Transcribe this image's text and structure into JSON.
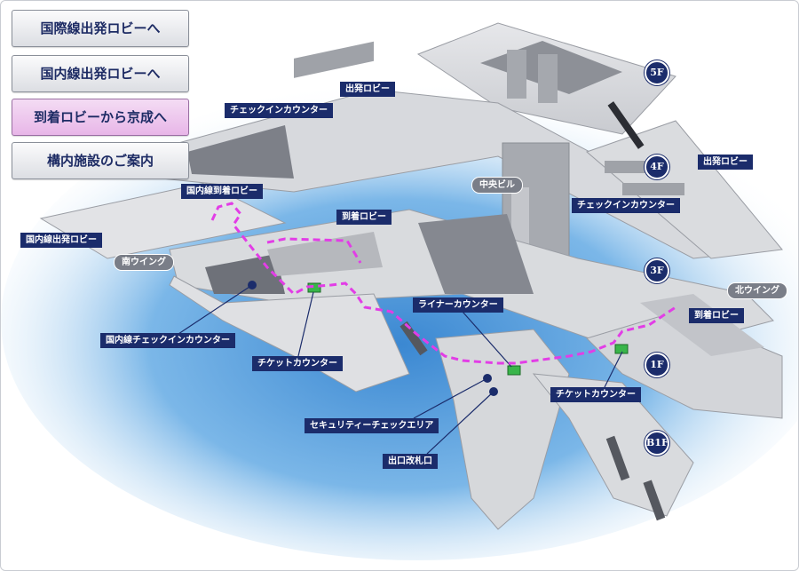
{
  "nav": [
    {
      "label": "国際線出発ロビーへ",
      "active": false
    },
    {
      "label": "国内線出発ロビーへ",
      "active": false
    },
    {
      "label": "到着ロビーから京成へ",
      "active": true
    },
    {
      "label": "構内施設のご案内",
      "active": false
    }
  ],
  "floors": [
    "5F",
    "4F",
    "3F",
    "1F",
    "B1F"
  ],
  "labels": {
    "checkin_left": "チェックインカウンター",
    "departure_lobby_top": "出発ロビー",
    "departure_lobby_right": "出発ロビー",
    "domestic_arrival": "国内線到着ロビー",
    "central_building": "中央ビル",
    "checkin_right": "チェックインカウンター",
    "domestic_departure": "国内線出発ロビー",
    "arrival_lobby_center": "到着ロビー",
    "south_wing": "南ウイング",
    "north_wing": "北ウイング",
    "arrival_lobby_right": "到着ロビー",
    "liner_counter": "ライナーカウンター",
    "domestic_checkin": "国内線チェックインカウンター",
    "ticket_counter_left": "チケットカウンター",
    "ticket_counter_right": "チケットカウンター",
    "security_area": "セキュリティーチェックエリア",
    "exit_gate": "出口改札口"
  },
  "colors": {
    "label_bg": "#1b2c6b",
    "route": "#e23de6",
    "ticket_marker": "#39b54a",
    "sky_blue": "#3f8fd6"
  }
}
